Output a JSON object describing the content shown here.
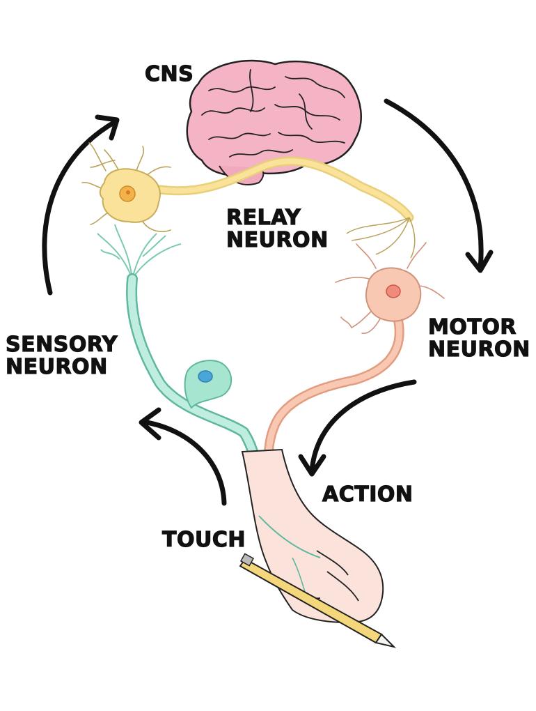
{
  "labels": {
    "cns": "CNS",
    "relay_line1": "RELAY",
    "relay_line2": "NEURON",
    "motor_line1": "MOTOR",
    "motor_line2": "NEURON",
    "sensory_line1": "SENSORY",
    "sensory_line2": "NEURON",
    "action": "ACTION",
    "touch": "TOUCH"
  },
  "colors": {
    "brain": "#f5b4c6",
    "relay_neuron": "#fbe29a",
    "relay_nucleus": "#f3b24a",
    "motor_neuron": "#f9c8b3",
    "motor_nucleus": "#f08a7a",
    "sensory_neuron": "#a6e6d0",
    "sensory_nucleus": "#4aa6d8",
    "skin": "#fbe3dc",
    "pencil": "#f3d77a",
    "arrow": "#111111"
  }
}
